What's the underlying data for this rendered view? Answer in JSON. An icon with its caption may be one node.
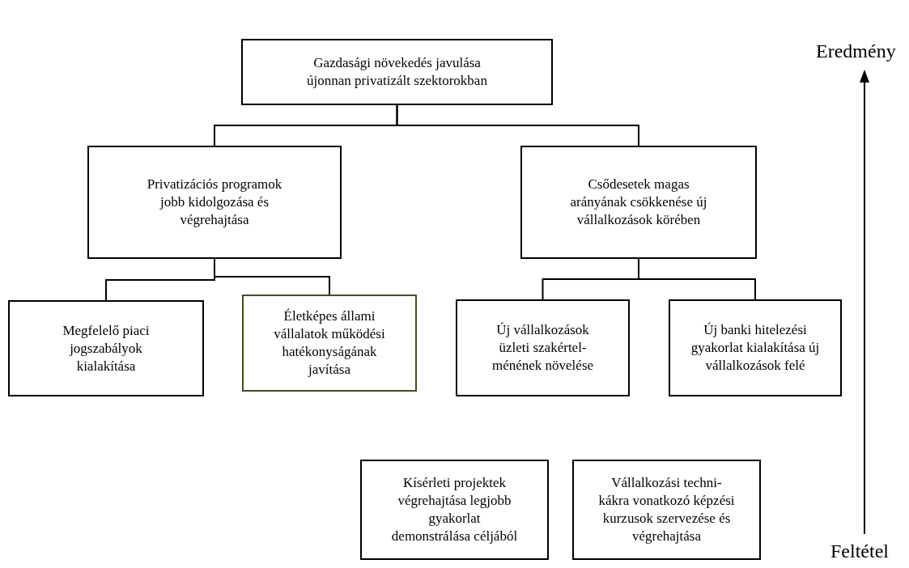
{
  "diagram": {
    "nodes": [
      {
        "text": [
          "Gazdasági növekedés javulása újonnan privatizált szektorokban"
        ]
      },
      {
        "text": [
          "Privatizációs programok jobb kidolgozása és végrehajtása"
        ]
      },
      {
        "text": [
          "Csődesetek magas arányának csökkenése új vállalkozások körében"
        ]
      },
      {
        "text": [
          "Megfelelő piaci jogszabályok kialakítása"
        ]
      },
      {
        "text": [
          "Életképes állami vállalatok működési hatékonyságának javítása"
        ]
      },
      {
        "text": [
          "Új vállalkozások üzleti szakértel- ménének növelése"
        ]
      },
      {
        "text": [
          "Új banki hitelezési gyakorlat kialakítása új vállalkozások felé"
        ]
      },
      {
        "text": [
          "Kísérleti projektek végrehajtása legjobb gyakorlat demonstrálása céljából"
        ]
      },
      {
        "text": [
          "Vállalkozási techni- kákra vonatkozó képzési kurzusok szervezése és végrehajtása"
        ]
      }
    ],
    "edges": [
      {
        "from": 0,
        "to": 1,
        "arrow": "none"
      },
      {
        "from": 0,
        "to": 2,
        "arrow": "none"
      },
      {
        "from": 1,
        "to": 3,
        "arrow": "none"
      },
      {
        "from": 1,
        "to": 4,
        "arrow": "none"
      },
      {
        "from": 2,
        "to": 5,
        "arrow": "none"
      },
      {
        "from": 2,
        "to": 6,
        "arrow": "none"
      }
    ],
    "labels": [
      "Eredmény",
      "Feltétel"
    ]
  }
}
